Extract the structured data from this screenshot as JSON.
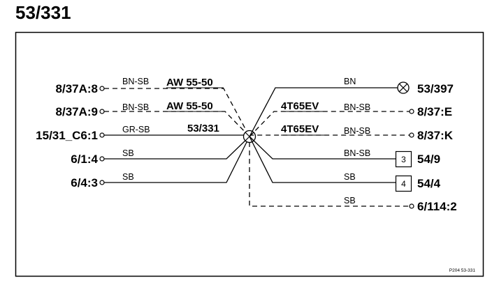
{
  "title": "53/331",
  "splice_label": "53/331",
  "footer_ref": "P204 53-331",
  "left_connectors": [
    {
      "label": "8/37A:8",
      "wire": "BN-SB",
      "part": "AW 55-50"
    },
    {
      "label": "8/37A:9",
      "wire": "BN-SB",
      "part": "AW 55-50"
    },
    {
      "label": "15/31_C6:1",
      "wire": "GR-SB"
    },
    {
      "label": "6/1:4",
      "wire": "SB"
    },
    {
      "label": "6/4:3",
      "wire": "SB"
    }
  ],
  "right_connectors": [
    {
      "label": "53/397",
      "wire": "BN"
    },
    {
      "label": "8/37:E",
      "wire": "BN-SB",
      "part": "4T65EV"
    },
    {
      "label": "8/37:K",
      "wire": "BN-SB",
      "part": "4T65EV"
    },
    {
      "label": "54/9",
      "wire": "BN-SB",
      "box": "3"
    },
    {
      "label": "54/4",
      "wire": "SB",
      "box": "4"
    },
    {
      "label": "6/114:2",
      "wire": "SB"
    }
  ]
}
